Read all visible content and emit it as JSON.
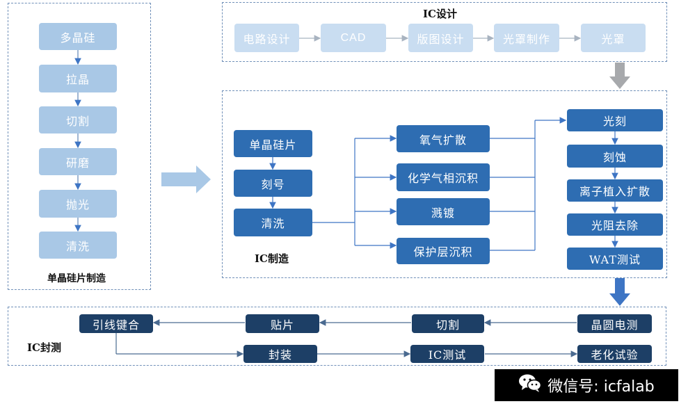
{
  "wafer": {
    "label": "单晶硅片制造",
    "steps": [
      "多晶硅",
      "拉晶",
      "切割",
      "研磨",
      "抛光",
      "清洗"
    ]
  },
  "ic_design": {
    "label": "IC设计",
    "steps": [
      "电路设计",
      "CAD",
      "版图设计",
      "光罩制作",
      "光罩"
    ]
  },
  "ic_manufacturing": {
    "label": "IC制造",
    "prep": [
      "单晶硅片",
      "刻号",
      "清洗"
    ],
    "deposition": [
      "氧气扩散",
      "化学气相沉积",
      "溅镀",
      "保护层沉积"
    ],
    "litho": [
      "光刻",
      "刻蚀",
      "离子植入扩散",
      "光阻去除",
      "WAT测试"
    ]
  },
  "ic_packaging": {
    "label": "IC封测",
    "top_row": [
      "引线键合",
      "贴片",
      "切割",
      "晶圆电测"
    ],
    "bottom_row": [
      "封装",
      "IC测试",
      "老化试验"
    ]
  },
  "watermark": {
    "icon": "wechat-icon",
    "text": "微信号: icfalab"
  },
  "colors": {
    "wafer_box": "#a9c8e6",
    "design_box": "#c9ddf1",
    "fab_box": "#2e6db2",
    "pkg_box": "#1d3f66",
    "dashed_border": "#6f8fb8",
    "gray_arrow": "#a7a9ac",
    "blue_arrow": "#3e75c4"
  }
}
